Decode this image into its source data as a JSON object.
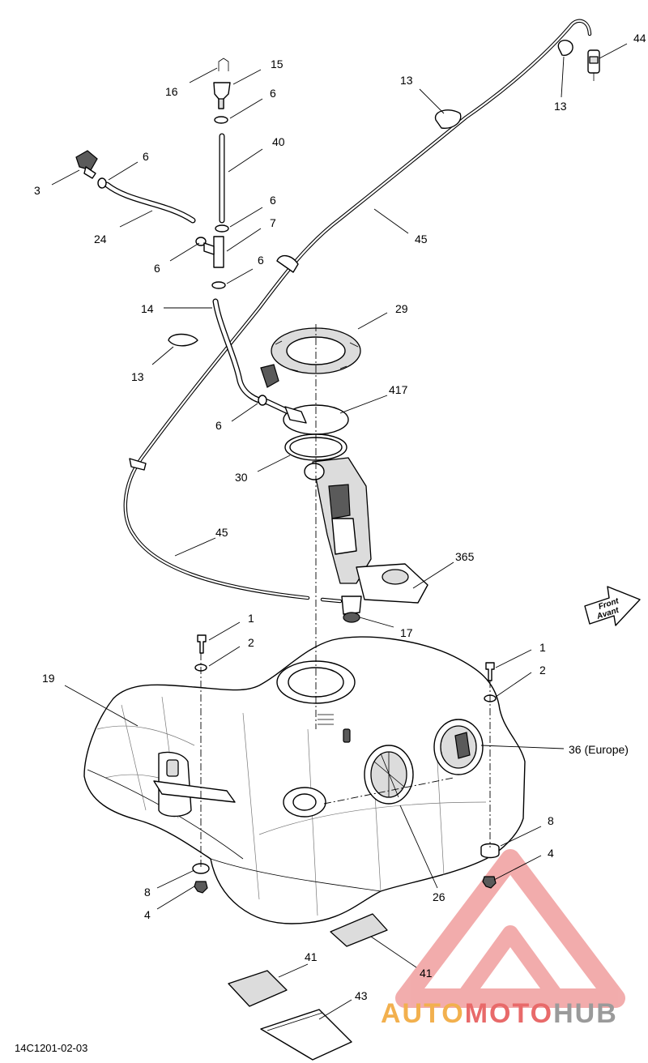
{
  "drawing_code": "14C1201-02-03",
  "front_arrow": {
    "line1": "Front",
    "line2": "Avant"
  },
  "watermark": {
    "part1": "AUTO",
    "part2": "MOTO",
    "part3": "HUB",
    "color1": "#f2b04e",
    "color2": "#e86a6a",
    "color3": "#9a9a9a"
  },
  "callouts": [
    {
      "id": "c44",
      "label": "44"
    },
    {
      "id": "c13a",
      "label": "13"
    },
    {
      "id": "c13b",
      "label": "13"
    },
    {
      "id": "c15",
      "label": "15"
    },
    {
      "id": "c16",
      "label": "16"
    },
    {
      "id": "c6a",
      "label": "6"
    },
    {
      "id": "c40",
      "label": "40"
    },
    {
      "id": "c6b",
      "label": "6"
    },
    {
      "id": "c3",
      "label": "3"
    },
    {
      "id": "c24",
      "label": "24"
    },
    {
      "id": "c6c",
      "label": "6"
    },
    {
      "id": "c7",
      "label": "7"
    },
    {
      "id": "c6d",
      "label": "6"
    },
    {
      "id": "c6e",
      "label": "6"
    },
    {
      "id": "c45a",
      "label": "45"
    },
    {
      "id": "c14",
      "label": "14"
    },
    {
      "id": "c13c",
      "label": "13"
    },
    {
      "id": "c29",
      "label": "29"
    },
    {
      "id": "c417",
      "label": "417"
    },
    {
      "id": "c6f",
      "label": "6"
    },
    {
      "id": "c30",
      "label": "30"
    },
    {
      "id": "c45b",
      "label": "45"
    },
    {
      "id": "c365",
      "label": "365"
    },
    {
      "id": "c1a",
      "label": "1"
    },
    {
      "id": "c2a",
      "label": "2"
    },
    {
      "id": "c17",
      "label": "17"
    },
    {
      "id": "c19",
      "label": "19"
    },
    {
      "id": "c1b",
      "label": "1"
    },
    {
      "id": "c2b",
      "label": "2"
    },
    {
      "id": "c36",
      "label": "36 (Europe)"
    },
    {
      "id": "c8a",
      "label": "8"
    },
    {
      "id": "c4a",
      "label": "4"
    },
    {
      "id": "c8b",
      "label": "8"
    },
    {
      "id": "c4b",
      "label": "4"
    },
    {
      "id": "c26",
      "label": "26"
    },
    {
      "id": "c41a",
      "label": "41"
    },
    {
      "id": "c41b",
      "label": "41"
    },
    {
      "id": "c43",
      "label": "43"
    }
  ]
}
